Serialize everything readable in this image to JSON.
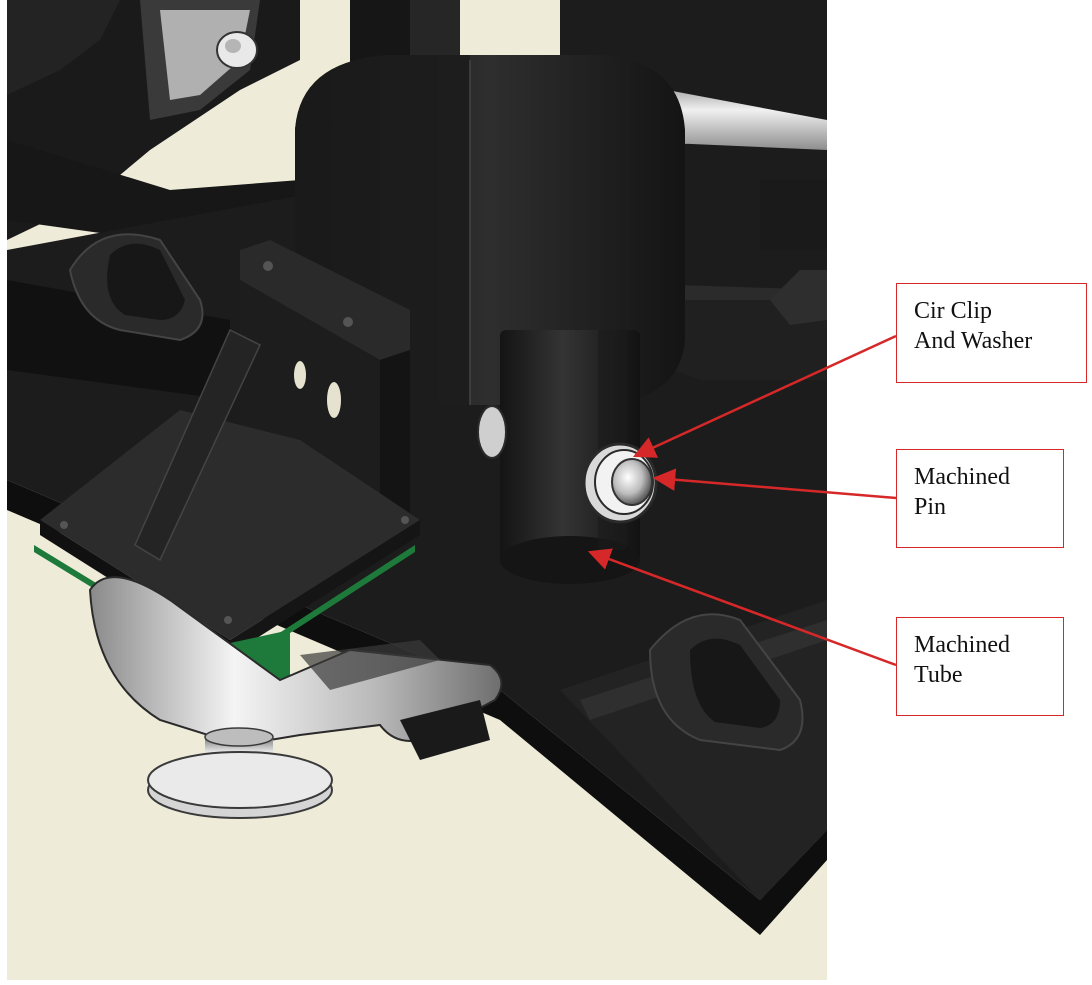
{
  "callouts": [
    {
      "line1": "Cir Clip",
      "line2": "And Washer"
    },
    {
      "line1": "Machined",
      "line2": "Pin"
    },
    {
      "line1": "Machined",
      "line2": "Tube"
    }
  ],
  "colors": {
    "background": "#ffffff",
    "floor": "#eeebd9",
    "machine_body": "#1f1f1f",
    "callout_border": "#d62828",
    "arrow": "#d62828",
    "circuit_board": "#1e7a3a",
    "metal": "#c9c9c9"
  },
  "icons": [
    "machined-pin-icon",
    "cir-clip-washer-icon"
  ]
}
